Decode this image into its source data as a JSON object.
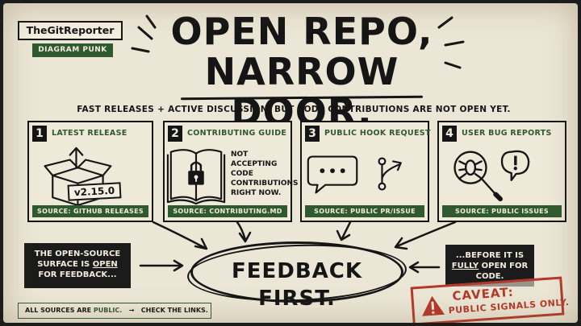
{
  "brand": {
    "name": "TheGitReporter",
    "tagline": "DIAGRAM PUNK"
  },
  "title": {
    "line1": "OPEN REPO,",
    "line2": "NARROW DOOR."
  },
  "subtitle": "FAST RELEASES + ACTIVE DISCUSSION, BUT CODE CONTRIBUTIONS ARE NOT OPEN YET.",
  "cards": [
    {
      "num": "1",
      "title": "LATEST RELEASE",
      "source": "SOURCE: GITHUB RELEASES",
      "tag": "v2.15.0",
      "icon": "open-box-upload-icon"
    },
    {
      "num": "2",
      "title": "CONTRIBUTING GUIDE",
      "source": "SOURCE: CONTRIBUTING.MD",
      "note": "NOT ACCEPTING CODE CONTRIBUTIONS RIGHT NOW.",
      "icon": "locked-book-icon"
    },
    {
      "num": "3",
      "title": "PUBLIC HOOK REQUEST",
      "source": "SOURCE: PUBLIC PR/ISSUE",
      "icon": "chat-branch-icon"
    },
    {
      "num": "4",
      "title": "USER BUG REPORTS",
      "source": "SOURCE: PUBLIC ISSUES",
      "icon": "bug-magnifier-icon"
    }
  ],
  "left_box": {
    "pre": "THE OPEN-SOURCE SURFACE IS ",
    "emph": "OPEN",
    "post": " FOR FEEDBACK..."
  },
  "center": "FEEDBACK FIRST.",
  "right_box": {
    "pre": "...BEFORE IT IS ",
    "emph": "FULLY",
    "post": " OPEN FOR CODE."
  },
  "footer": {
    "left": "ALL SOURCES ARE ",
    "emph": "PUBLIC.",
    "right": "CHECK THE LINKS."
  },
  "stamp": {
    "line1": "CAVEAT:",
    "line2": "PUBLIC SIGNALS ONLY."
  },
  "colors": {
    "ink": "#151515",
    "paper": "#ece6d6",
    "green": "#2f5a2f",
    "red": "#b5382a"
  }
}
